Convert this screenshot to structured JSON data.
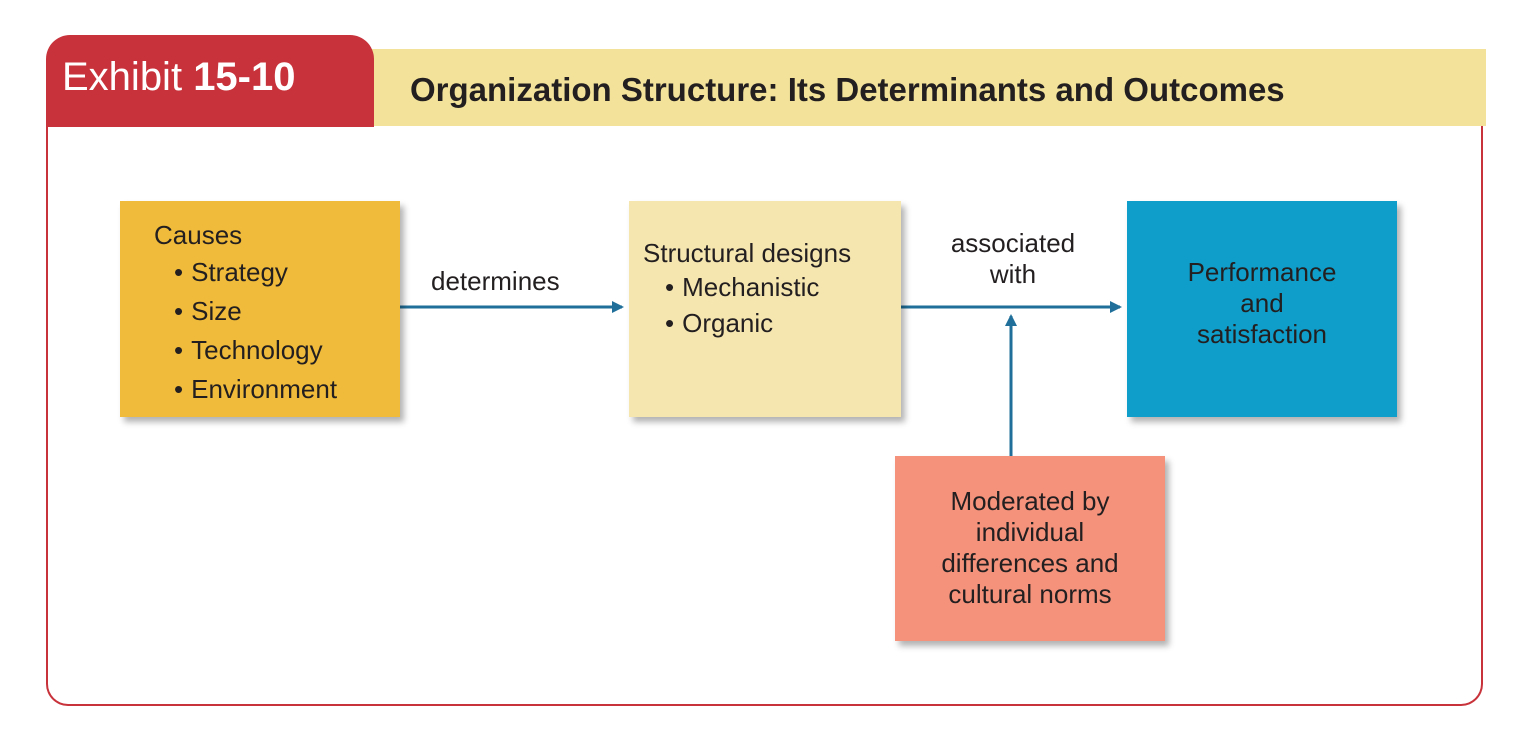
{
  "exhibit": {
    "prefix": "Exhibit",
    "number": "15-10",
    "title": "Organization Structure: Its Determinants and Outcomes"
  },
  "nodes": {
    "causes": {
      "title": "Causes",
      "items": [
        "Strategy",
        "Size",
        "Technology",
        "Environment"
      ]
    },
    "structure": {
      "title": "Structural designs",
      "items": [
        "Mechanistic",
        "Organic"
      ]
    },
    "outcome": {
      "text": "Performance\nand\nsatisfaction"
    },
    "moderator": {
      "text": "Moderated by\nindividual\ndifferences and\ncultural norms"
    }
  },
  "edges": {
    "determines": "determines",
    "associated_with": "associated\nwith"
  },
  "colors": {
    "title_bar": "#f3e39a",
    "exhibit_tab": "#c8323a",
    "causes_box": "#f0bb3a",
    "structure_box": "#f5e6b0",
    "outcome_box": "#0f9ec9",
    "moderator_box": "#f4927c",
    "arrow": "#1f6f9a"
  }
}
